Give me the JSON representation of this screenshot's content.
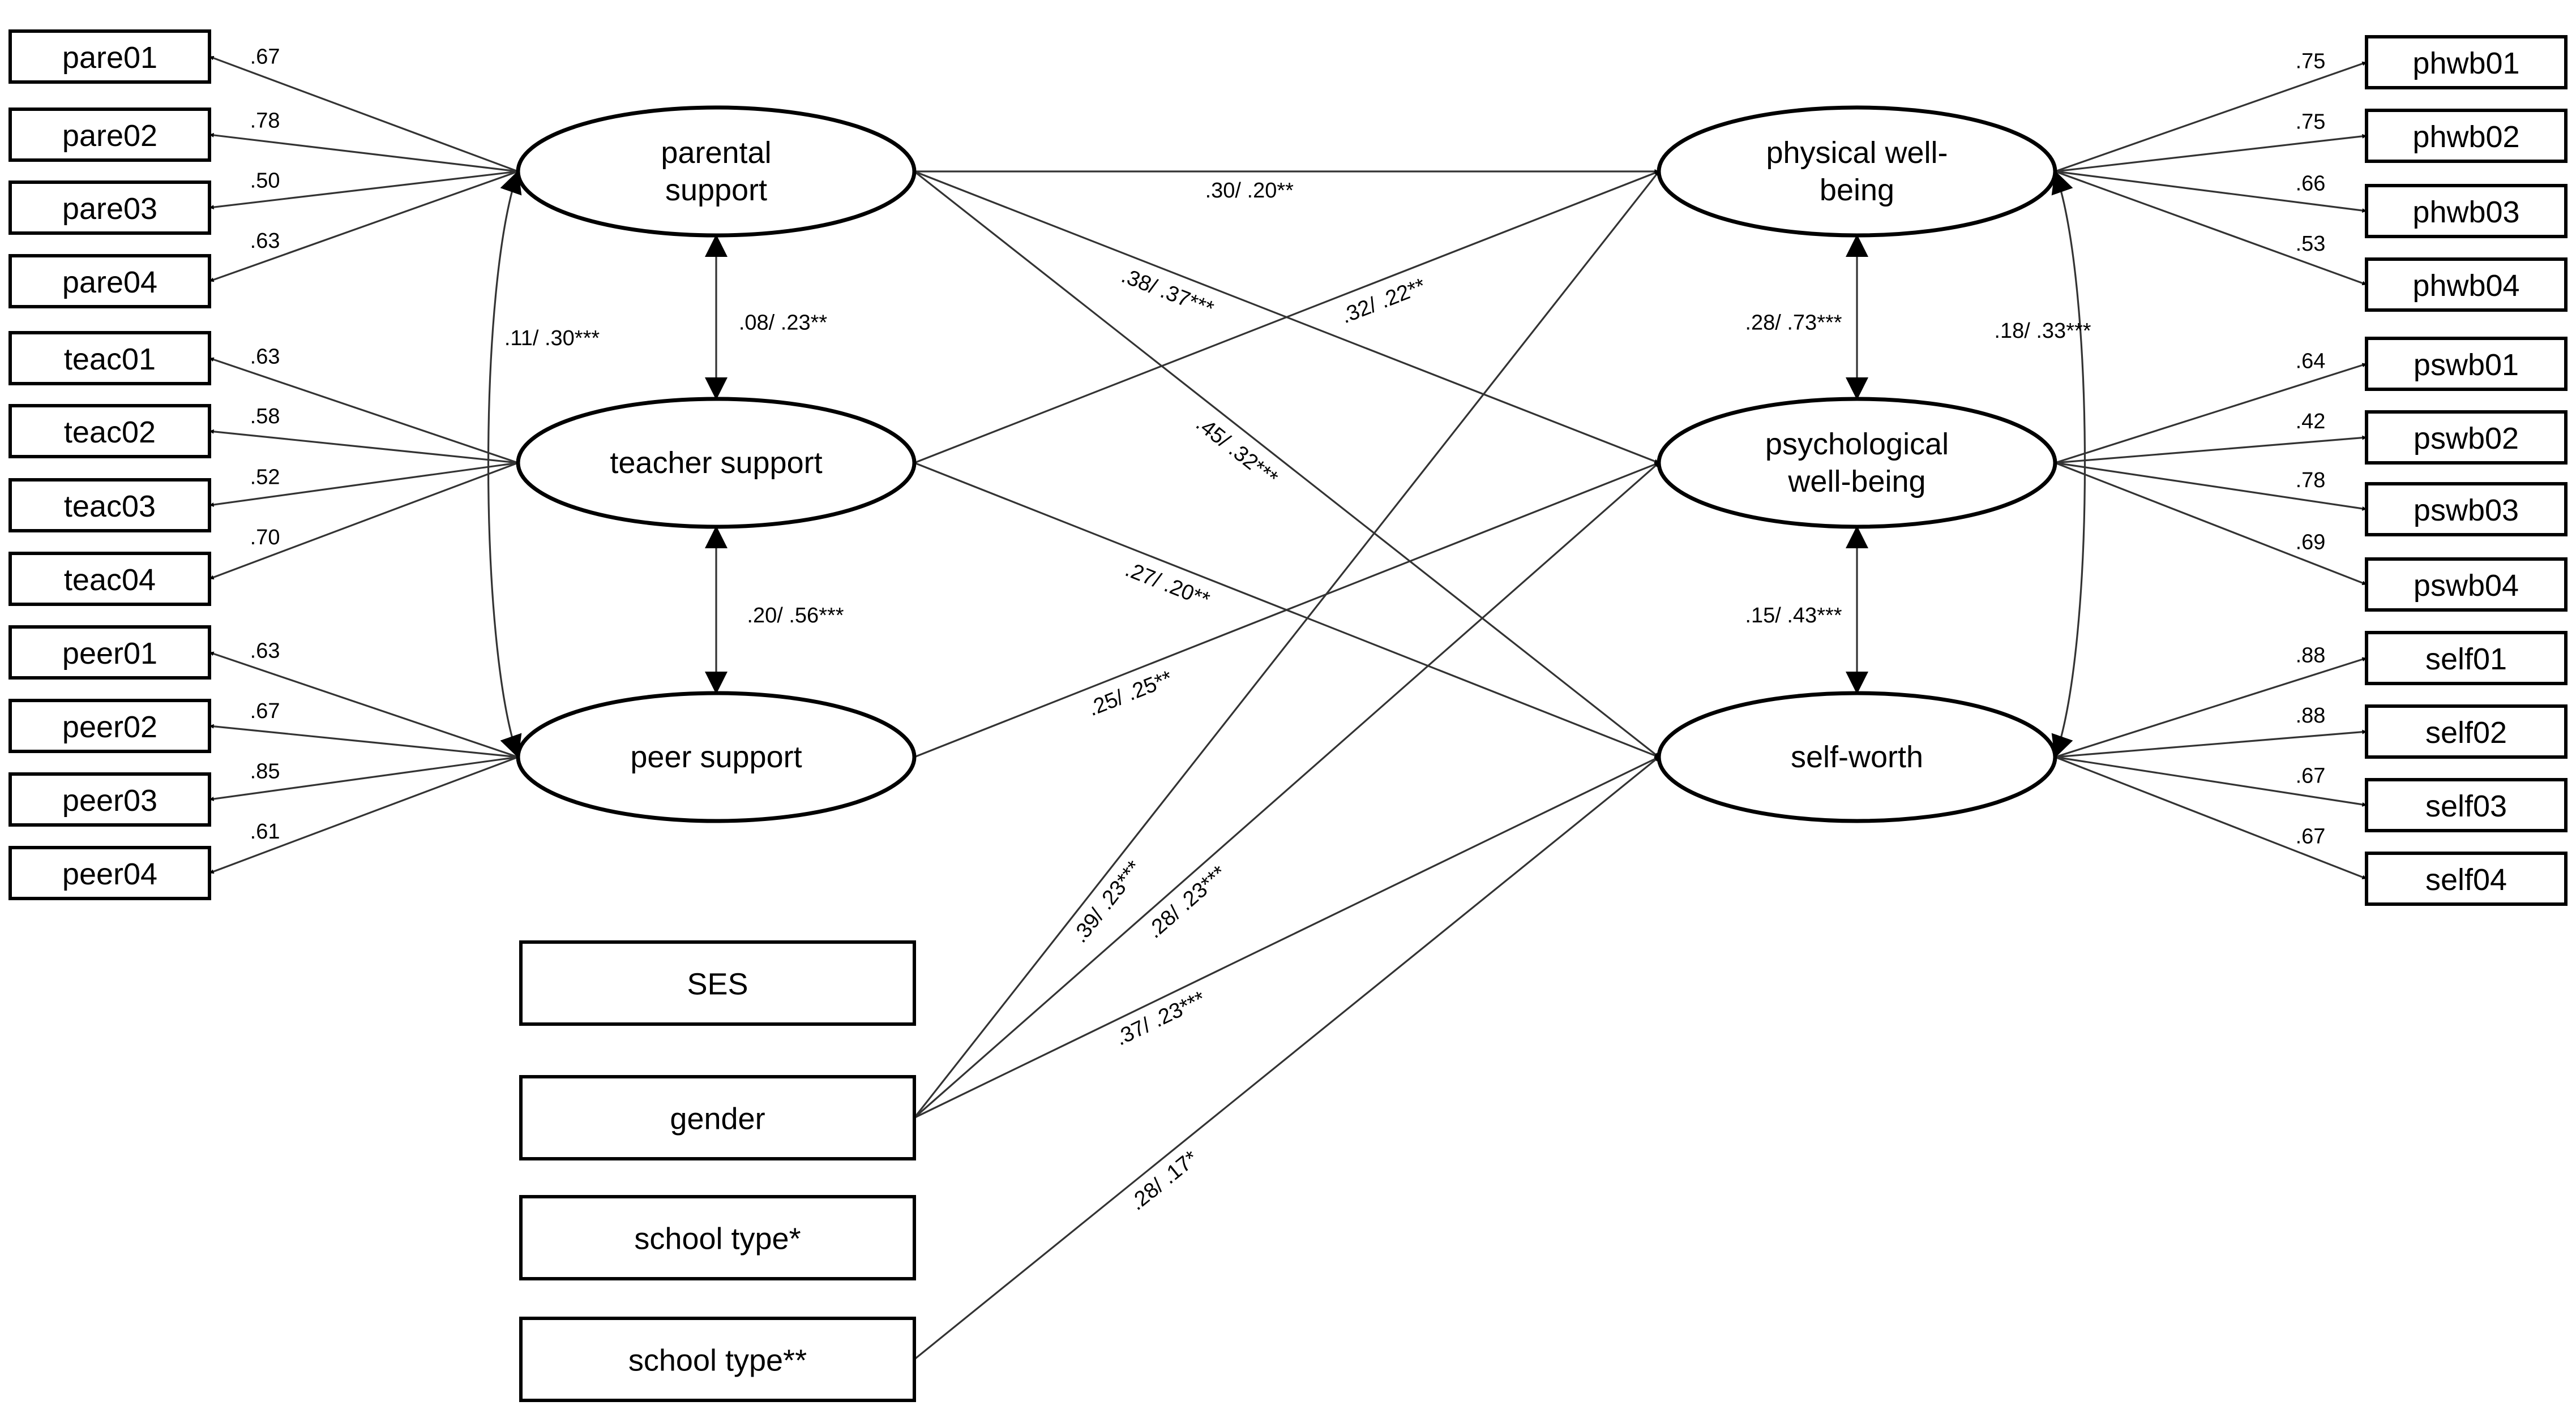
{
  "indicators": {
    "pare01": "pare01",
    "pare02": "pare02",
    "pare03": "pare03",
    "pare04": "pare04",
    "teac01": "teac01",
    "teac02": "teac02",
    "teac03": "teac03",
    "teac04": "teac04",
    "peer01": "peer01",
    "peer02": "peer02",
    "peer03": "peer03",
    "peer04": "peer04",
    "phwb01": "phwb01",
    "phwb02": "phwb02",
    "phwb03": "phwb03",
    "phwb04": "phwb04",
    "pswb01": "pswb01",
    "pswb02": "pswb02",
    "pswb03": "pswb03",
    "pswb04": "pswb04",
    "self01": "self01",
    "self02": "self02",
    "self03": "self03",
    "self04": "self04"
  },
  "latents": {
    "parental": [
      "parental",
      "support"
    ],
    "teacher": [
      "teacher support"
    ],
    "peer": [
      "peer support"
    ],
    "physical": [
      "physical well-",
      "being"
    ],
    "psychological": [
      "psychological",
      "well-being"
    ],
    "selfworth": [
      "self-worth"
    ]
  },
  "covariates": {
    "ses": "SES",
    "gender": "gender",
    "school_type_1": "school type*",
    "school_type_2": "school type**"
  },
  "loadings": {
    "pare01": ".67",
    "pare02": ".78",
    "pare03": ".50",
    "pare04": ".63",
    "teac01": ".63",
    "teac02": ".58",
    "teac03": ".52",
    "teac04": ".70",
    "peer01": ".63",
    "peer02": ".67",
    "peer03": ".85",
    "peer04": ".61",
    "phwb01": ".75",
    "phwb02": ".75",
    "phwb03": ".66",
    "phwb04": ".53",
    "pswb01": ".64",
    "pswb02": ".42",
    "pswb03": ".78",
    "pswb04": ".69",
    "self01": ".88",
    "self02": ".88",
    "self03": ".67",
    "self04": ".67"
  },
  "correlations": {
    "parental_teacher": ".08/ .23**",
    "teacher_peer": ".20/ .56***",
    "parental_peer": ".11/ .30***",
    "physical_psychological": ".28/ .73***",
    "psychological_selfworth": ".15/ .43***",
    "physical_selfworth": ".18/ .33***"
  },
  "paths": {
    "parental_physical": ".30/ .20**",
    "parental_psychological": ".38/ .37***",
    "parental_selfworth": ".45/ .32***",
    "teacher_physical": ".32/ .22**",
    "teacher_selfworth": ".27/ .20**",
    "peer_psychological": ".25/ .25**",
    "gender_physical": ".39/ .23***",
    "gender_psychological": ".28/ .23***",
    "gender_selfworth": ".37/ .23***",
    "schooltype2_selfworth": ".28/ .17*"
  }
}
